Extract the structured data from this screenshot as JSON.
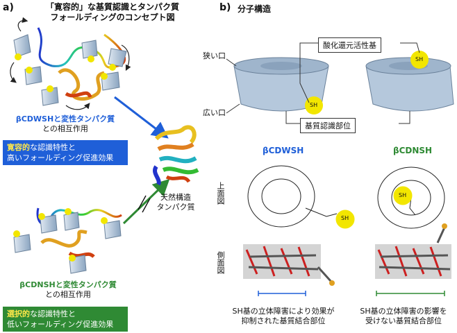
{
  "panel_a": {
    "label": "a)",
    "title_line1": "「寛容的」な基質認識とタンパク質",
    "title_line2": "フォールディングのコンセプト図",
    "w_interaction_line1": "βCDWSHと変性タンパク質",
    "w_interaction_line2": "との相互作用",
    "w_box_highlight": "寛容的",
    "w_box_rest1": "な認識特性と",
    "w_box_line2": "高いフォールディング促進効果",
    "n_interaction_line1": "βCDNSHと変性タンパク質",
    "n_interaction_line2": "との相互作用",
    "n_box_highlight": "選択的",
    "n_box_rest1": "な認識特性と",
    "n_box_line2": "低いフォールディング促進効果",
    "native_line1": "天然構造",
    "native_line2": "タンパク質"
  },
  "panel_b": {
    "label": "b)",
    "title": "分子構造",
    "narrow_mouth": "狭い口",
    "wide_mouth": "広い口",
    "redox_site": "酸化還元活性基",
    "binding_site": "基質認識部位",
    "left_compound": "βCDWSH",
    "right_compound": "βCDNSH",
    "top_view": "上面図",
    "side_view": "側面図",
    "left_caption_line1": "SH基の立体障害により効果が",
    "left_caption_line2": "抑制された基質結合部位",
    "right_caption_line1": "SH基の立体障害の影響を",
    "right_caption_line2": "受けない基質結合部位",
    "sh_label": "SH"
  },
  "colors": {
    "blue": "#1f5fd8",
    "green": "#2f8a34",
    "cd_body": "#a9bfd6",
    "yellow": "#f2e600"
  }
}
